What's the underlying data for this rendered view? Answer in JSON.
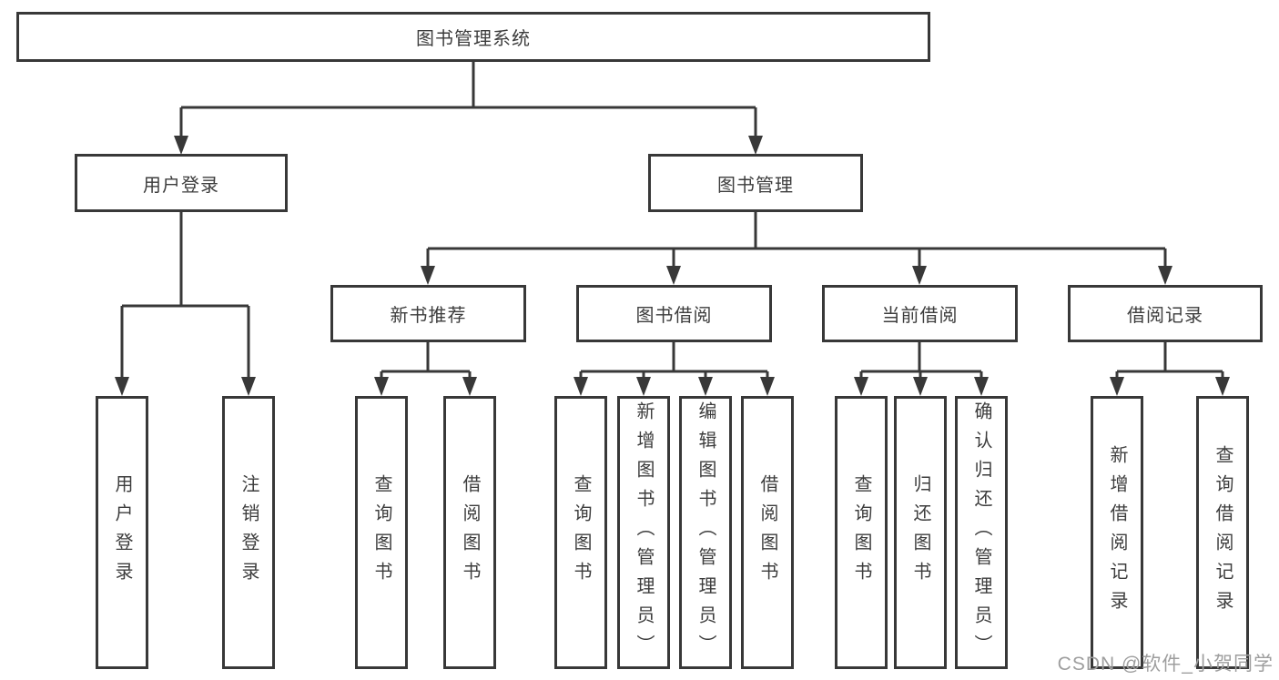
{
  "diagram": {
    "title_node": "图书管理系统",
    "colors": {
      "line": "#383838",
      "text": "#3d3d3d",
      "box_background": "#ffffff",
      "watermark": "#9e9e9e"
    },
    "nodes": {
      "root": "图书管理系统",
      "user_login": "用户登录",
      "book_mgmt": "图书管理",
      "new_books": "新书推荐",
      "book_borrow": "图书借阅",
      "current_borrow": "当前借阅",
      "borrow_records": "借阅记录",
      "leaf_user_login": "用户登录",
      "leaf_logout": "注销登录",
      "leaf_nb_query": "查询图书",
      "leaf_nb_borrow": "借阅图书",
      "leaf_bb_query": "查询图书",
      "leaf_bb_add": "新增图书（管理员）",
      "leaf_bb_edit": "编辑图书（管理员）",
      "leaf_bb_borrow": "借阅图书",
      "leaf_cb_query": "查询图书",
      "leaf_cb_return": "归还图书",
      "leaf_cb_confirm": "确认归还（管理员）",
      "leaf_br_add": "新增借阅记录",
      "leaf_br_query": "查询借阅记录"
    },
    "structure": {
      "root": [
        "user_login",
        "book_mgmt"
      ],
      "user_login": [
        "leaf_user_login",
        "leaf_logout"
      ],
      "book_mgmt": [
        "new_books",
        "book_borrow",
        "current_borrow",
        "borrow_records"
      ],
      "new_books": [
        "leaf_nb_query",
        "leaf_nb_borrow"
      ],
      "book_borrow": [
        "leaf_bb_query",
        "leaf_bb_add",
        "leaf_bb_edit",
        "leaf_bb_borrow"
      ],
      "current_borrow": [
        "leaf_cb_query",
        "leaf_cb_return",
        "leaf_cb_confirm"
      ],
      "borrow_records": [
        "leaf_br_add",
        "leaf_br_query"
      ]
    },
    "watermark": "CSDN @软件_小贺同学"
  }
}
